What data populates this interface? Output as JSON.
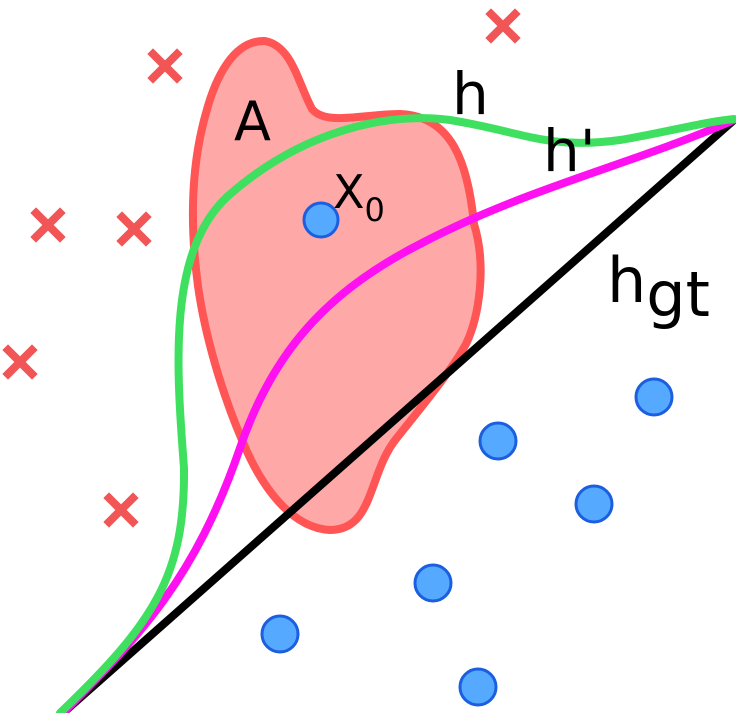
{
  "labels": {
    "region": "A",
    "point_main": "X",
    "point_sub": "0",
    "curve_h": "h",
    "curve_h_prime": "h'",
    "line_main": "h",
    "line_sub": "gt"
  },
  "colors": {
    "region_fill": "#ffa8a8",
    "region_stroke": "#ff5555",
    "curve_h": "#3fe060",
    "curve_h_prime": "#ff10f0",
    "line_hgt": "#000000",
    "positive_point_fill": "#55aaff",
    "positive_point_stroke": "#1b5fe0",
    "negative_marker": "#f25555"
  },
  "symbols": {
    "negative": "x-mark",
    "positive": "circle"
  }
}
